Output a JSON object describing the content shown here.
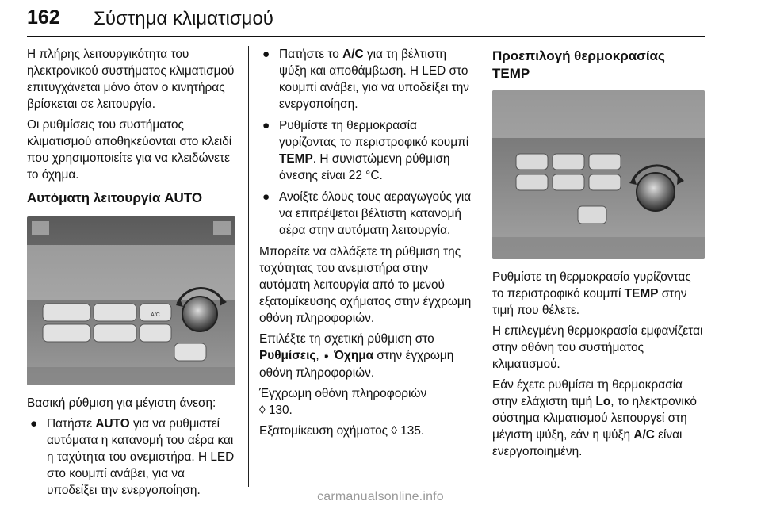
{
  "header": {
    "page_number": "162",
    "chapter_title": "Σύστημα κλιματισμού"
  },
  "col1": {
    "intro_p1": "Η πλήρης λειτουργικότητα του ηλεκτρονικού συστήματος κλιματισμού επιτυγχάνεται μόνο όταν ο κινητήρας βρίσκεται σε λειτουργία.",
    "intro_p2": "Οι ρυθμίσεις του συστήματος κλιματισμού αποθηκεύονται στο κλειδί που χρησιμοποιείτε για να κλειδώνετε το όχημα.",
    "heading_auto": "Αυτόματη λειτουργία AUTO",
    "basic_setting": "Βασική ρύθμιση για μέγιστη άνεση:",
    "bullet1_pre": "Πατήστε ",
    "bullet1_bold": "AUTO",
    "bullet1_post": " για να ρυθμιστεί αυτόματα η κατανομή του αέρα και η ταχύτητα του ανεμιστήρα. Η LED στο κουμπί ανάβει, για να υποδείξει την ενεργοποίηση."
  },
  "col2": {
    "bullet2_pre": "Πατήστε το ",
    "bullet2_bold": "A/C",
    "bullet2_post": " για τη βέλτιστη ψύξη και αποθάμβωση. Η LED στο κουμπί ανάβει, για να υποδείξει την ενεργοποίηση.",
    "bullet3_pre": "Ρυθμίστε τη θερμοκρασία γυρίζοντας το περιστροφικό κουμπί ",
    "bullet3_bold": "TEMP",
    "bullet3_post": ". Η συνιστώμενη ρύθμιση άνεσης είναι 22 °C.",
    "bullet4": "Ανοίξτε όλους τους αεραγωγούς για να επιτρέψεται βέλτιστη κατανομή αέρα στην αυτόματη λειτουργία.",
    "p_fan": "Μπορείτε να αλλάξετε τη ρύθμιση της ταχύτητας του ανεμιστήρα στην αυτόματη λειτουργία από το μενού εξατομίκευσης οχήματος στην έγχρωμη οθόνη πληροφοριών.",
    "p_select_pre": "Επιλέξτε τη σχετική ρύθμιση στο ",
    "p_select_bold1": "Ρυθμίσεις",
    "p_select_sep": ", ",
    "p_select_arrow": "➧",
    "p_select_bold2": " Όχημα",
    "p_select_post": " στην έγχρωμη οθόνη πληροφοριών.",
    "ref1_text": "Έγχρωμη οθόνη πληροφοριών",
    "ref1_page": "◊ 130.",
    "ref2_text": "Εξατομίκευση οχήματος ◊ 135."
  },
  "col3": {
    "heading_temp": "Προεπιλογή θερμοκρασίας TEMP",
    "p1_pre": "Ρυθμίστε τη θερμοκρασία γυρίζοντας το περιστροφικό κουμπί ",
    "p1_bold": "TEMP",
    "p1_post": " στην τιμή που θέλετε.",
    "p2": "Η επιλεγμένη θερμοκρασία εμφανίζεται στην οθόνη του συστήματος κλιματισμού.",
    "p3_pre": "Εάν έχετε ρυθμίσει τη θερμοκρασία στην ελάχιστη τιμή ",
    "p3_bold1": "Lo",
    "p3_mid": ", το ηλεκτρονικό σύστημα κλιματισμού λειτουργεί στη μέγιστη ψύξη, εάν η ψύξη ",
    "p3_bold2": "A/C",
    "p3_post": " είναι ενεργοποιημένη."
  },
  "figures": {
    "fig1_button_label": "A/C"
  },
  "footer": {
    "watermark": "carmanualsonline.info"
  }
}
